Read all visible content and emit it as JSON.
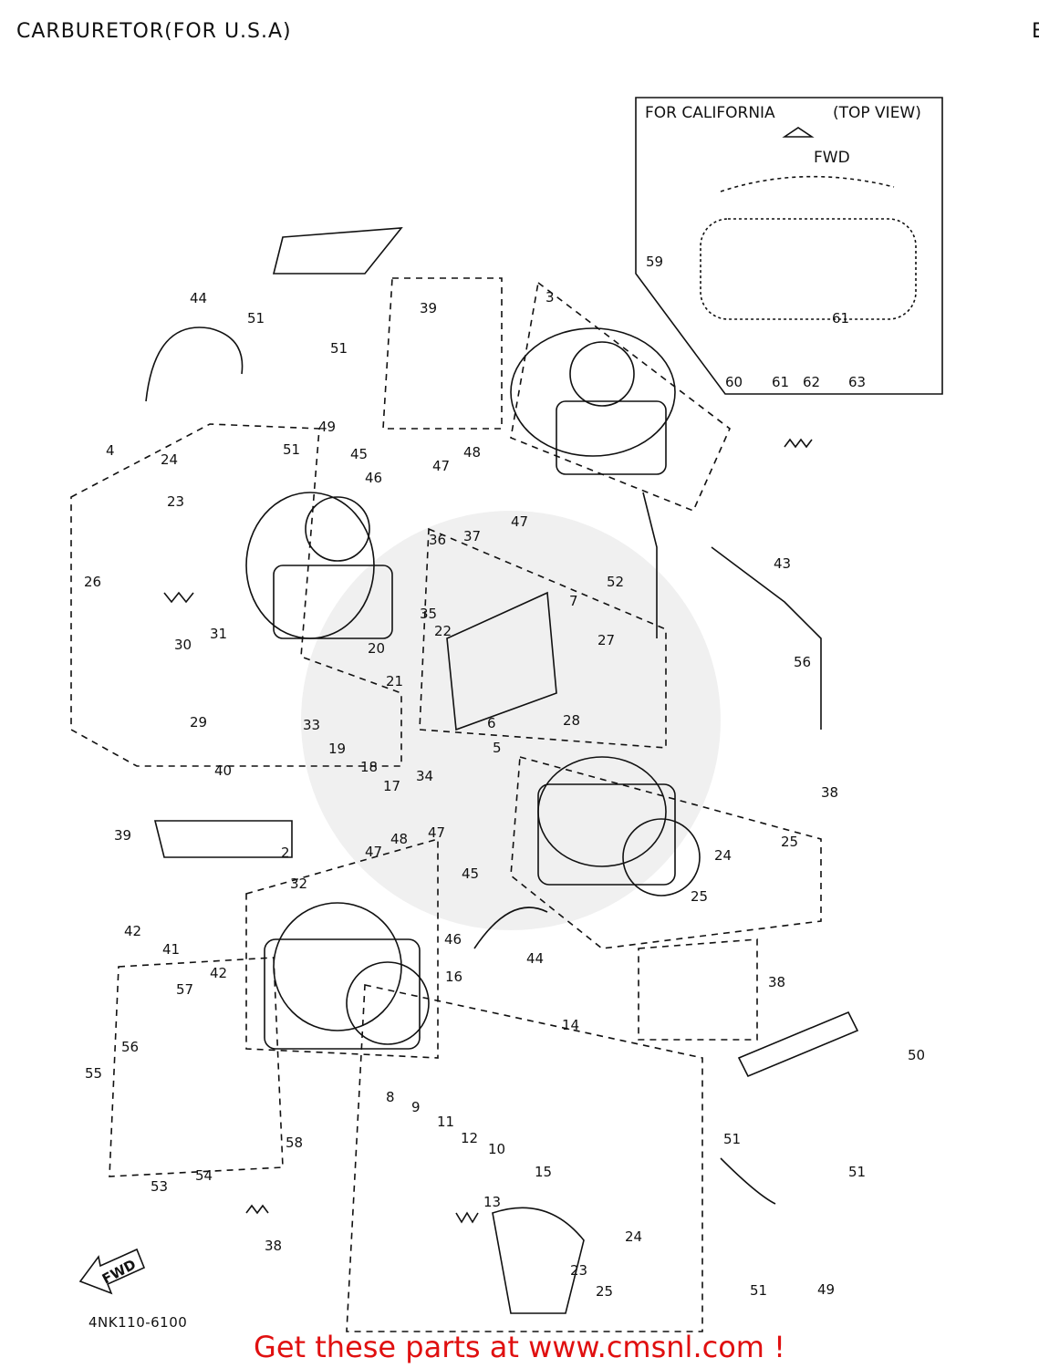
{
  "header": {
    "title": "CARBURETOR(FOR U.S.A)",
    "title_right": "E"
  },
  "inset": {
    "title": "FOR CALIFORNIA",
    "view": "(TOP VIEW)",
    "fwd": "FWD",
    "labels": [
      "59",
      "61",
      "60",
      "61",
      "62",
      "63"
    ]
  },
  "fwd_arrow": "FWD",
  "part_labels": [
    "44",
    "51",
    "39",
    "3",
    "51",
    "49",
    "51",
    "4",
    "24",
    "45",
    "48",
    "23",
    "46",
    "47",
    "47",
    "36",
    "37",
    "52",
    "43",
    "7",
    "26",
    "35",
    "22",
    "27",
    "30",
    "31",
    "20",
    "56",
    "21",
    "29",
    "33",
    "6",
    "28",
    "19",
    "18",
    "17",
    "34",
    "5",
    "40",
    "38",
    "39",
    "48",
    "47",
    "25",
    "2",
    "32",
    "47",
    "24",
    "45",
    "25",
    "42",
    "41",
    "46",
    "44",
    "42",
    "16",
    "38",
    "57",
    "14",
    "56",
    "55",
    "8",
    "9",
    "11",
    "12",
    "10",
    "15",
    "50",
    "51",
    "51",
    "58",
    "54",
    "53",
    "13",
    "38",
    "24",
    "23",
    "25",
    "51",
    "49"
  ],
  "diagram_code": "4NK110-6100",
  "promo": "Get these parts at www.cmsnl.com !"
}
